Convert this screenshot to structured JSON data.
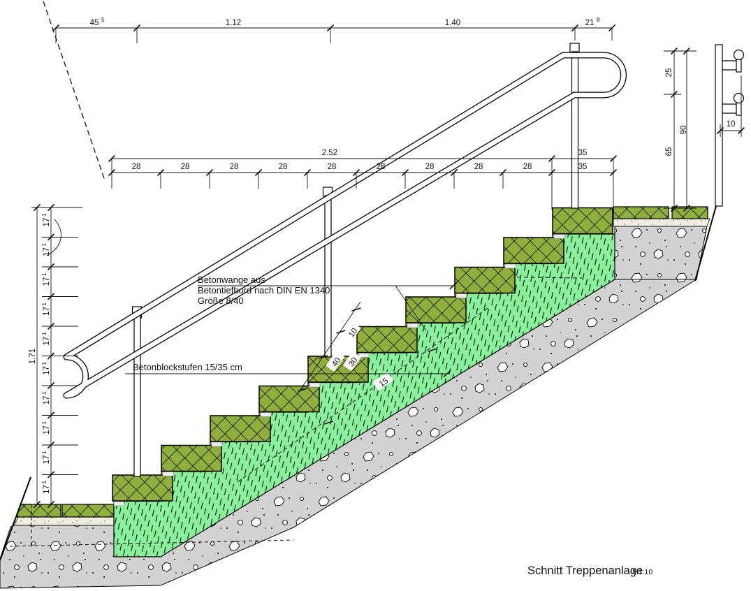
{
  "title": {
    "name": "Schnitt Treppenanlage",
    "scale": "M1:10"
  },
  "dims": {
    "top": [
      {
        "main": "45",
        "sup": "5"
      },
      {
        "main": "1.12",
        "sup": ""
      },
      {
        "main": "1.40",
        "sup": ""
      },
      {
        "main": "21",
        "sup": "8"
      }
    ],
    "run_total": "2.52",
    "run_landing": "35",
    "treads": [
      "28",
      "28",
      "28",
      "28",
      "28",
      "28",
      "28",
      "28",
      "28"
    ],
    "tread_landing": "35",
    "rise_total": "1.71",
    "riser": {
      "main": "17",
      "sup": "1"
    },
    "rail": {
      "upper": "25",
      "total": "90",
      "lower": "65",
      "bracket_offset": "10"
    },
    "detail": {
      "d10": "10",
      "d40": "40",
      "d30": "30",
      "d15": "15"
    }
  },
  "annotations": {
    "wange_line1": "Betonwange aus",
    "wange_line2": "Betontiefbord nach DIN EN 1340",
    "wange_line3": "Größe 8/40",
    "steps": "Betonblockstufen 15/35 cm"
  },
  "colors": {
    "step_block": "#8fae3b",
    "wange": "#89f19c",
    "gravel": "#d2d2d2",
    "bedding": "#f0ece1"
  }
}
